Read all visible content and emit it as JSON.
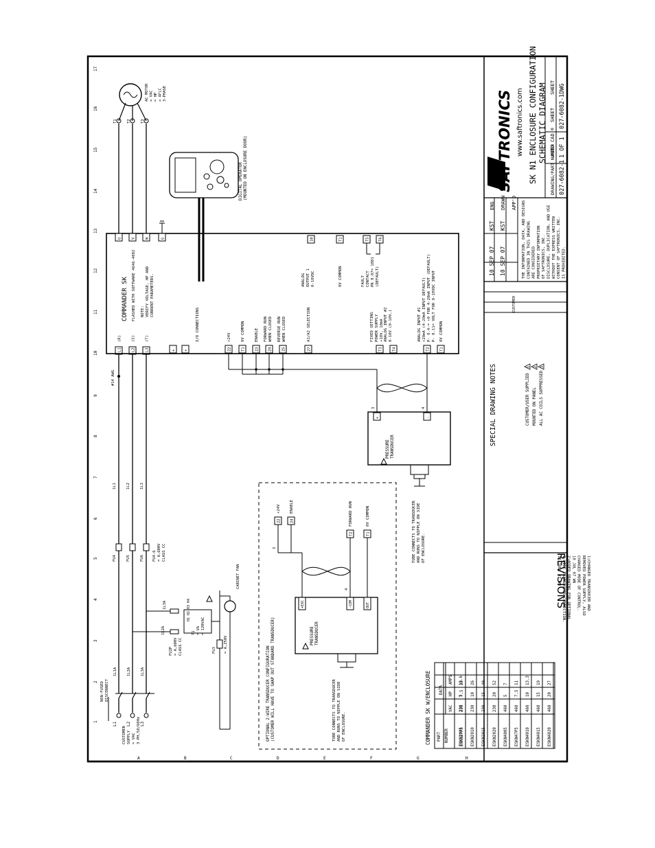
{
  "title_block": {
    "company": "SAFTRONICS",
    "website": "www.saftronics.com",
    "title_line1": "SK N1 ENCLOSURE CONFIGURATION",
    "title_line2": "SCHEMATIC DIAGRAM",
    "auto_cad": "AUTO CAD ®",
    "sheet_label": "SHEET",
    "drawing_label": "DRAWING/PART NUMBER",
    "drawing_file": "027-6082-1DWG",
    "sheet_value": "1 OF 1",
    "part_number": "027-6082-1",
    "eng_label": "ENG",
    "drawn_label": "DRAWN",
    "appd_label": "APP'D",
    "eng_initials": "KST",
    "drawn_initials": "KST",
    "eng_date": "10 SEP 07",
    "drawn_date": "10 SEP 07",
    "customer": "CUSTOMER",
    "proprietary": [
      "THE INFORMATION, DATA, AND DESIGNS",
      "CONTAINED IN THIS DRAWING",
      "ARE CONSIDERED",
      "PROPRIETARY INFORMATION",
      "OF SAFTRONICS, INC.",
      "DISCLOSURE, DUPLICATION, AND USE",
      "WITHOUT THE EXPRESS WRITTEN",
      "CONSENT OF SAFTRONICS, INC.",
      "IS PROHIBITED."
    ],
    "revisions": "REVISIONS",
    "revision_notes": [
      "1)CHANGED TRANSDUCER AND",
      "REMOVED POWER SUPPLY, ALSO",
      "CHANGED MODE OF CONTROL.",
      "18 JUL 07  WN",
      "2)ADDED DRAWING FOR OPTIONAL",
      "2-WIRE TRANSDUCER CONNECTION.",
      "18 JULY 07  WN"
    ],
    "special_notes_title": "SPECIAL DRAWING NOTES",
    "special_notes": [
      "CUSTOMER/USER SUPPLIED",
      "MOUNTED ON PANEL",
      "ALL AC COILS SUPPRESSED"
    ],
    "note_markers": [
      "1",
      "2",
      "3"
    ]
  },
  "grid": {
    "columns": [
      "1",
      "2",
      "3",
      "4",
      "5",
      "6",
      "7",
      "8",
      "9",
      "10",
      "11",
      "12",
      "13",
      "14",
      "15",
      "16",
      "17"
    ],
    "rows": [
      "A",
      "B",
      "C",
      "D",
      "E",
      "F",
      "G",
      "H"
    ]
  },
  "power": {
    "supply_label": [
      "CUSTOMER",
      "SUPPLY",
      "= VAC",
      "3 PH,50/60Hz"
    ],
    "supply_marker": "1",
    "lines": [
      "L1",
      "L2",
      "L3"
    ],
    "disconnect": [
      "NON-FUSED",
      "DISCONNECT"
    ],
    "disc_wires": [
      "1L1A",
      "1L2A",
      "1L3A"
    ],
    "fuses": [
      "FU4",
      "FU5",
      "FU6"
    ],
    "fuse_rating": [
      "FU4-6",
      "= A,600V",
      "CLASS CC"
    ],
    "wire_labels": [
      "1L1",
      "1L2",
      "1L3"
    ],
    "awg": "#14 AWG",
    "transformer": {
      "fuse_pri": "FU2P",
      "fuse_pri_rating": [
        "= A,600V",
        "CLASS CC"
      ],
      "fuse_sec": "FU3",
      "fuse_sec_rating": "= A,250V",
      "wire_a": "1L2A",
      "wire_b": "1L3A",
      "label": [
        "T1",
        "= VA",
        "= 120VAC"
      ],
      "taps": [
        "H1",
        "H2",
        "H3",
        "H4"
      ],
      "secondary_taps": [
        "X1",
        "X2"
      ],
      "terminals": [
        "1",
        "2"
      ]
    },
    "fan_label": "CABINET FAN",
    "fan_terminals": [
      "1",
      "2"
    ]
  },
  "drive": {
    "title": "COMMANDER SK",
    "flash": "FLASHED WITH SOFTWARE 4646-4082",
    "note": [
      "NOTE:",
      "VERIFY VOLTAGE, HP AND",
      "CURRENT PARAMETERS."
    ],
    "inputs": [
      "L1",
      "L2",
      "L3"
    ],
    "input_terms": [
      "(R)",
      "(S)",
      "(T)"
    ],
    "outputs": [
      "U",
      "V",
      "W"
    ],
    "ground": "G",
    "plus": "+",
    "io_connections": "I/O CONNECTIONS",
    "term_plus24": "22",
    "term_common": "T1",
    "t_enable": "23",
    "t_fwd": "24",
    "t_rev": "25",
    "t_sel": "27",
    "lbl_plus24": "+24V",
    "lbl_common": "0V COMMON",
    "lbl_enable": "ENABLE",
    "lbl_fwd": [
      "FORWARD RUN",
      "WHEN CLOSED"
    ],
    "lbl_rev": [
      "REVERSE RUN",
      "WHEN CLOSED"
    ],
    "lbl_sel": "A1/A2 SELECTION",
    "t3": "T3",
    "t4": "T4",
    "t2": "T2",
    "t1": "T1",
    "lbl_t3": [
      "FIXED SETTING",
      "POWER SUPPLY",
      "+10V, 10mA"
    ],
    "lbl_t4": [
      "ANALOG INPUT #2",
      "0-10V (0-10V,)"
    ],
    "lbl_t2": [
      "ANALOG INPUT #1",
      "+20mA (4-20mA INPUT DEFAULT)",
      "P- 0.4-= +0 FOR 4-20mA INPUT (DEFAULT)",
      "P- 0.11= VOLT FOR 0-10VDC INPUT"
    ],
    "lbl_t1": "0V COMMON",
    "ao_term": "10",
    "ao_label": [
      "ANALOG",
      "OUTPUT 1",
      "0-10VDC"
    ],
    "ao_common_term": "T1",
    "ao_common": "0V COMMON",
    "fault_terms": [
      "T5",
      "T6"
    ],
    "fault_label": [
      "FAULT",
      "CONTACT",
      "PR 8.07= 1881",
      "(DEFAULT)"
    ]
  },
  "keypad": {
    "label": [
      "DIGITAL OPERATOR",
      "(MOUNTED ON ENCLOSURE DOOR)"
    ],
    "marker": "2"
  },
  "motor": {
    "terminals": [
      "T1",
      "T2",
      "T3"
    ],
    "label": [
      "AC MOTOR",
      "= VAC",
      "= HP",
      "= AFLC",
      "3-PHASE"
    ],
    "marker": "1"
  },
  "transducer": {
    "label": [
      "PRESSURE",
      "TRANSDUCER"
    ],
    "marker": "1",
    "pins": [
      "+",
      "-"
    ],
    "wires": [
      "3",
      "4"
    ],
    "tube_note": [
      "TUBE CONNECTS TO TRANSDUCER",
      "AND RUNS TO NIPPLE ON SIDE",
      "OF ENCLOSURE."
    ]
  },
  "optional": {
    "title": [
      "OPTIONAL 2-WIRE TRANSDUCER CONFIGURATION",
      "(CUSTOMER WILL HAVE TO SWAP OUT STANDARD TRANSDUCER)"
    ],
    "terms": [
      "22",
      "24",
      "T2",
      "T1"
    ],
    "term_labels": [
      "+24V",
      "ENABLE",
      "FORWARD RUN",
      "0V COMMON"
    ],
    "wires": [
      "3",
      "4"
    ],
    "pins": [
      "+EXC",
      "-COM",
      "OUT"
    ],
    "label": [
      "PRESSURE",
      "TRANSDUCER"
    ],
    "marker": "1",
    "tube_note": [
      "TUBE CONNECTS TO TRANSDUCER",
      "AND RUNS TO NIPPLE ON SIDE",
      "OF ENCLOSURE."
    ]
  },
  "table": {
    "title": "COMMANDER SK W/ENCLOSURE",
    "col_part": "PART NUMBER",
    "col_data": "DATA",
    "col_vac": "VAC",
    "col_hp": "HP",
    "col_amps": "AMPS",
    "rows": [
      [
        "ESKN2005",
        "230",
        "5",
        "13.6"
      ],
      [
        "ESKN27P5",
        "230",
        "7.5",
        "20"
      ],
      [
        "ESKN2010",
        "230",
        "10",
        "26"
      ],
      [
        "ESKN2015",
        "230",
        "15",
        "40"
      ],
      [
        "ESKN2020",
        "230",
        "20",
        "52"
      ],
      [
        "ESKN4005",
        "460",
        "5",
        "7"
      ],
      [
        "ESKN47P5",
        "460",
        "7.5",
        "11"
      ],
      [
        "ESKN4010",
        "460",
        "10",
        "13.3"
      ],
      [
        "ESKN4015",
        "460",
        "15",
        "19"
      ],
      [
        "ESKN4020",
        "460",
        "20",
        "27"
      ]
    ]
  }
}
